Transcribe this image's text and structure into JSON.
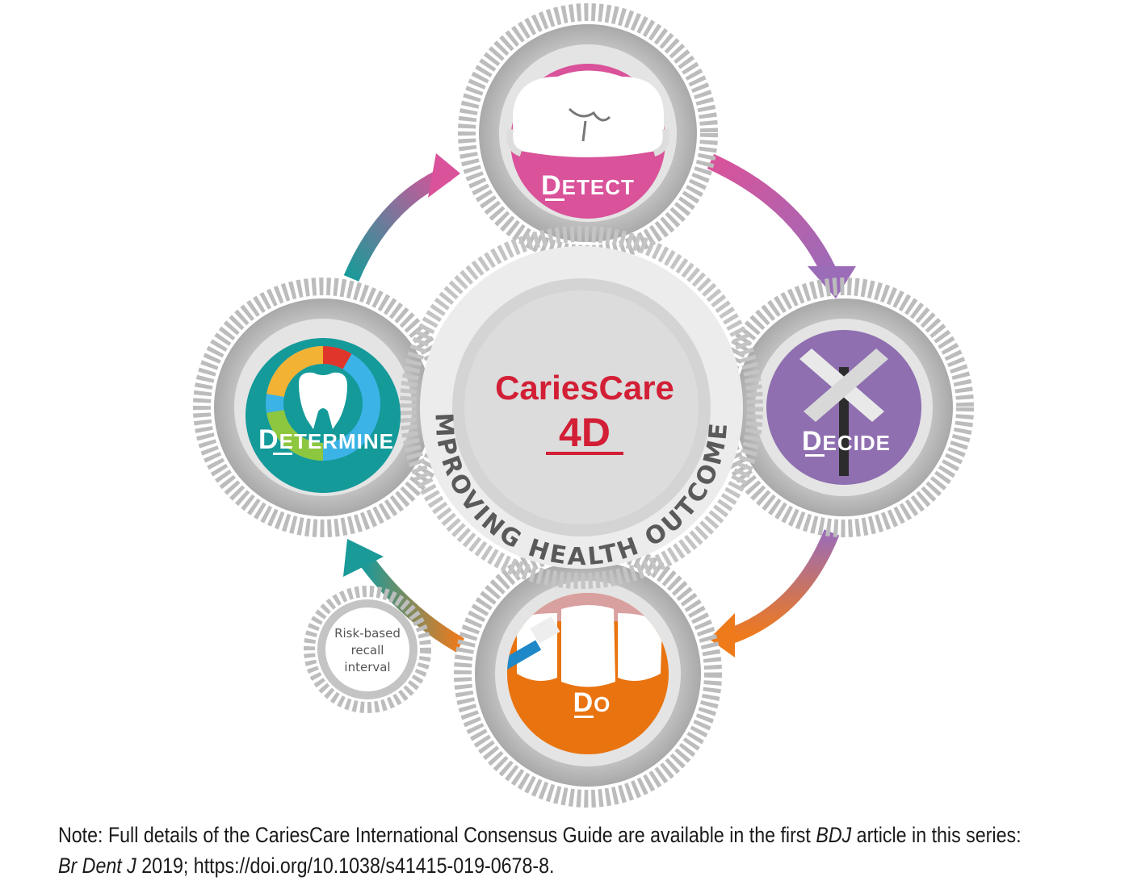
{
  "center": {
    "title": "CariesCare",
    "subtitle": "4D"
  },
  "ring_text": "IMPROVING HEALTH OUTCOMES",
  "steps": {
    "detect": {
      "cap": "D",
      "rest": "ETECT",
      "color": "#d9529a"
    },
    "decide": {
      "cap": "D",
      "rest": "ECIDE",
      "color": "#8f6fb0"
    },
    "do": {
      "cap": "D",
      "rest": "O",
      "color": "#e9730f"
    },
    "determine": {
      "cap": "D",
      "rest": "ETERMINE",
      "color": "#159a9a"
    }
  },
  "recall": {
    "line1": "Risk-based",
    "line2": "recall",
    "line3": "interval"
  },
  "note": {
    "part1": "Note: Full details of the CariesCare International Consensus Guide are available in the first ",
    "journal_abbrev": "BDJ",
    "part2": " article in this series:",
    "citation_journal": "Br Dent J",
    "citation_rest": " 2019; https://doi.org/10.1038/s41415-019-0678-8."
  },
  "colors": {
    "gear": "#b9b9b9",
    "gear_face": "#e3e3e3",
    "accent_red": "#d21f35"
  },
  "icons": [
    "tooth-fissure-icon",
    "crossroads-sign-icon",
    "toothbrush-teeth-icon",
    "tooth-risk-gauge-icon"
  ]
}
